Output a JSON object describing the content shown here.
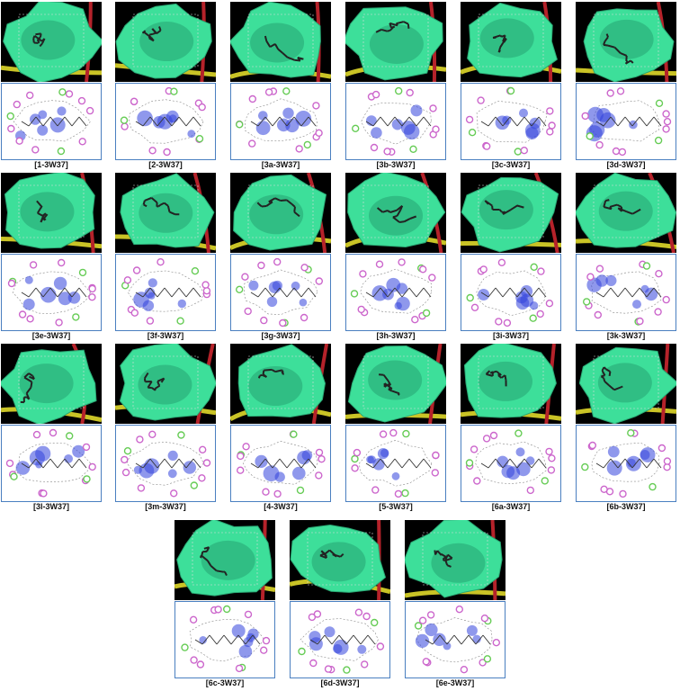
{
  "panels": [
    {
      "label": "[1-3W37]"
    },
    {
      "label": "[2-3W37]"
    },
    {
      "label": "[3a-3W37]"
    },
    {
      "label": "[3b-3W37]"
    },
    {
      "label": "[3c-3W37]"
    },
    {
      "label": "[3d-3W37]"
    },
    {
      "label": "[3e-3W37]"
    },
    {
      "label": "[3f-3W37]"
    },
    {
      "label": "[3g-3W37]"
    },
    {
      "label": "[3h-3W37]"
    },
    {
      "label": "[3i-3W37]"
    },
    {
      "label": "[3k-3W37]"
    },
    {
      "label": "[3l-3W37]"
    },
    {
      "label": "[3m-3W37]"
    },
    {
      "label": "[4-3W37]"
    },
    {
      "label": "[5-3W37]"
    },
    {
      "label": "[6a-3W37]"
    },
    {
      "label": "[6b-3W37]"
    },
    {
      "label": "[6c-3W37]"
    },
    {
      "label": "[6d-3W37]"
    },
    {
      "label": "[6e-3W37]"
    }
  ],
  "colors": {
    "surface": "#3ddf9a",
    "background": "#000000",
    "frame": "#4a7fc0",
    "residue_blue": "#3344dd",
    "residue_purple": "#cc66cc",
    "residue_green": "#66cc55"
  }
}
